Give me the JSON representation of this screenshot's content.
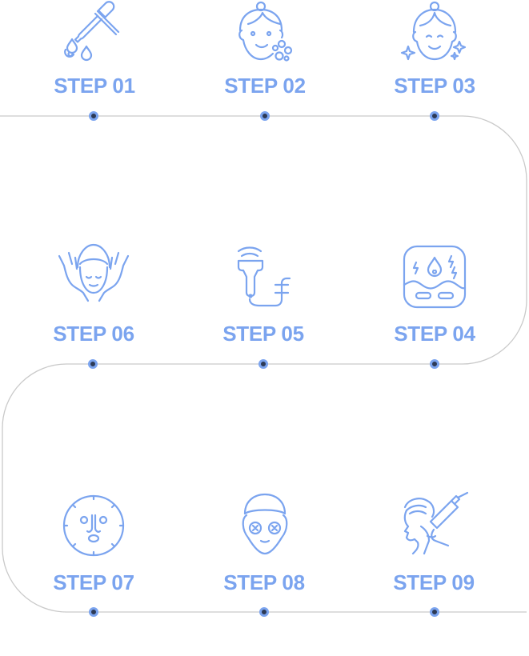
{
  "colors": {
    "accent": "#7ba4ef",
    "line": "#c9c9c9",
    "dot_fill": "#2d3a56",
    "dot_ring": "#7ba4ef",
    "background": "#ffffff"
  },
  "steps": [
    {
      "label": "STEP 01",
      "icon": "dropper-icon"
    },
    {
      "label": "STEP 02",
      "icon": "face-bubbles-icon"
    },
    {
      "label": "STEP 03",
      "icon": "face-sparkle-icon"
    },
    {
      "label": "STEP 04",
      "icon": "skin-layer-icon"
    },
    {
      "label": "STEP 05",
      "icon": "ultrasound-device-icon"
    },
    {
      "label": "STEP 06",
      "icon": "face-massage-icon"
    },
    {
      "label": "STEP 07",
      "icon": "sheet-mask-icon"
    },
    {
      "label": "STEP 08",
      "icon": "cucumber-mask-icon"
    },
    {
      "label": "STEP 09",
      "icon": "hair-serum-icon"
    }
  ]
}
